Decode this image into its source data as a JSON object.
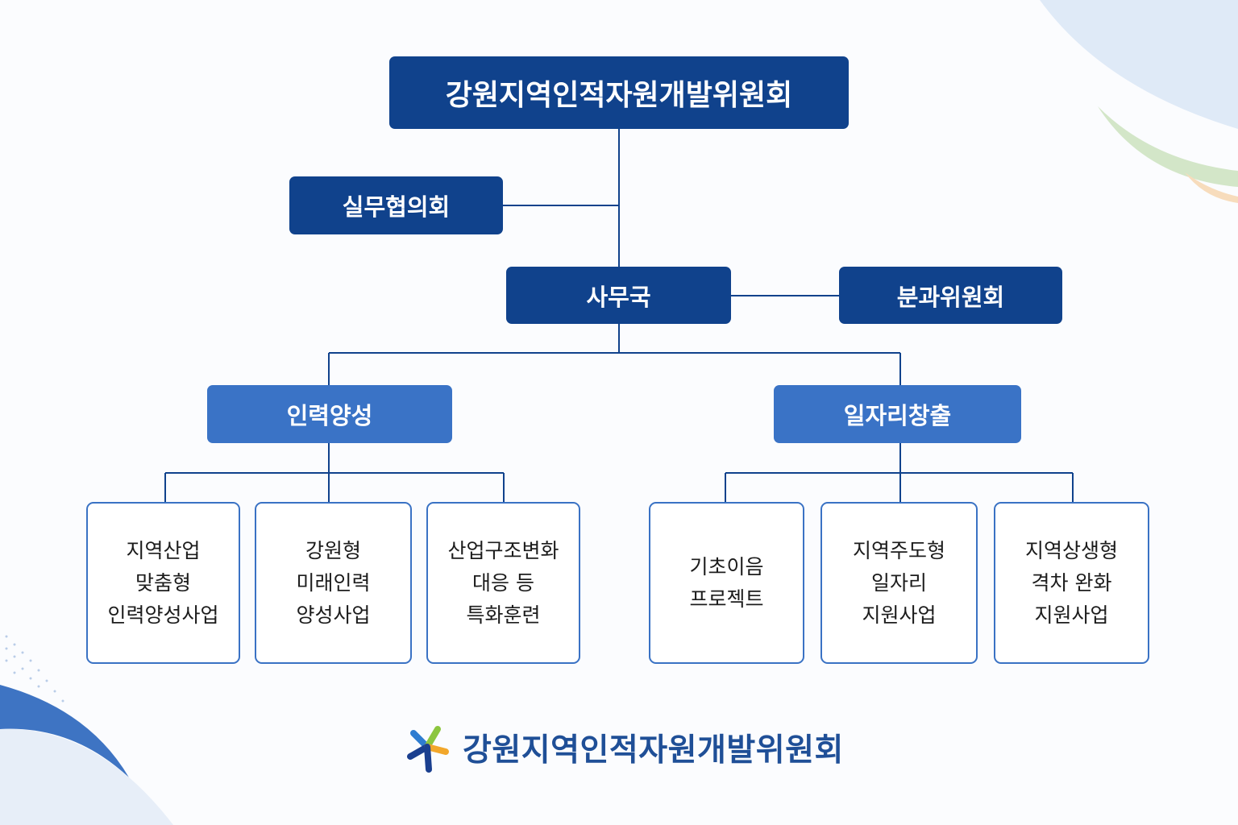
{
  "org": {
    "top": "강원지역인적자원개발위원회",
    "working_council": "실무협의회",
    "secretariat": "사무국",
    "subcommittee": "분과위원회",
    "divisions": [
      {
        "label": "인력양성",
        "programs": [
          {
            "lines": [
              "지역산업",
              "맞춤형",
              "인력양성사업"
            ]
          },
          {
            "lines": [
              "강원형",
              "미래인력",
              "양성사업"
            ]
          },
          {
            "lines": [
              "산업구조변화",
              "대응 등",
              "특화훈련"
            ]
          }
        ]
      },
      {
        "label": "일자리창출",
        "programs": [
          {
            "lines": [
              "기초이음",
              "프로젝트"
            ]
          },
          {
            "lines": [
              "지역주도형",
              "일자리",
              "지원사업"
            ]
          },
          {
            "lines": [
              "지역상생형",
              "격차 완화",
              "지원사업"
            ]
          }
        ]
      }
    ]
  },
  "footer": {
    "logo_icon": "council-logo-icon",
    "name": "강원지역인적자원개발위원회"
  },
  "colors": {
    "dark_box": "#10428c",
    "mid_box": "#3a73c6",
    "leaf_border": "#3a72c4",
    "connector": "#10428c",
    "footer_text": "#1f4f97"
  }
}
